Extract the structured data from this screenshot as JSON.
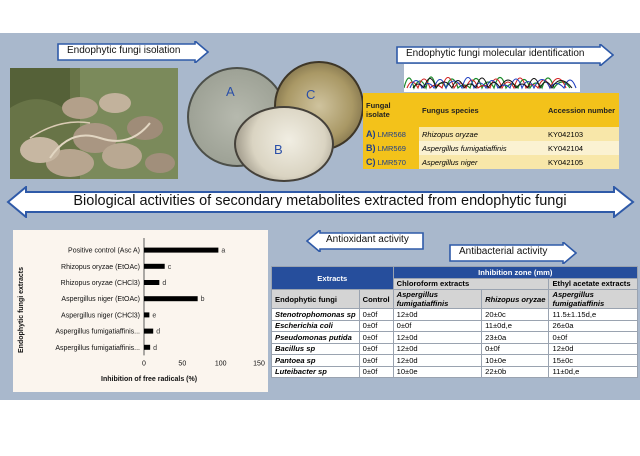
{
  "labels": {
    "isolation": "Endophytic fungi isolation",
    "molecular": "Endophytic fungi molecular identification",
    "biological": "Biological activities of secondary metabolites extracted from endophytic fungi",
    "antioxidant": "Antioxidant activity",
    "antibacterial": "Antibacterial activity"
  },
  "dish_letters": {
    "a": "A",
    "b": "B",
    "c": "C"
  },
  "molecular_table": {
    "headers": [
      "Fungal isolate",
      "Fungus species",
      "Accession number"
    ],
    "rows": [
      {
        "letter": "A)",
        "isolate": "LMR568",
        "species": "Rhizopus oryzae",
        "accession": "KY042103"
      },
      {
        "letter": "B)",
        "isolate": "LMR569",
        "species": "Aspergillus fumigatiaffinis",
        "accession": "KY042104"
      },
      {
        "letter": "C)",
        "isolate": "LMR570",
        "species": "Aspergillus niger",
        "accession": "KY042105"
      }
    ]
  },
  "chart_data": {
    "type": "bar",
    "orientation": "horizontal",
    "categories": [
      "Positive control (Asc A)",
      "Rhizopus oryzae (EtOAc)",
      "Rhizopus oryzae (CHCl3)",
      "Aspergillus niger (EtOAc)",
      "Aspergillus niger (CHCl3)",
      "Aspergillus fumigatiaffinis...",
      "Aspergillus fumigatiaffinis..."
    ],
    "values": [
      97,
      27,
      20,
      70,
      7,
      12,
      8
    ],
    "letters": [
      "a",
      "c",
      "d",
      "b",
      "e",
      "d",
      "d"
    ],
    "xlabel": "Inhibition of free radicals (%)",
    "ylabel": "Endophytic fungi extracts",
    "xlim": [
      0,
      150
    ],
    "xticks": [
      "0",
      "50",
      "100",
      "150"
    ],
    "grid": false,
    "bar_color": "#000000"
  },
  "antibacterial_table": {
    "header_extracts": "Extracts",
    "header_zone": "Inhibition zone (mm)",
    "header_chloroform": "Chloroform extracts",
    "header_ethyl": "Ethyl acetate extracts",
    "col_fungi": "Endophytic fungi",
    "col_control": "Control",
    "col_asp": "Aspergillus fumigatiaffinis",
    "col_rhiz": "Rhizopus oryzae",
    "col_asp2": "Aspergillus fumigatiaffinis",
    "rows": [
      {
        "bacteria": "Stenotrophomonas sp",
        "control": "0±0f",
        "asp": "12±0d",
        "rhiz": "20±0c",
        "ethyl": "11.5±1.15d,e"
      },
      {
        "bacteria": "Escherichia coli",
        "control": "0±0f",
        "asp": "0±0f",
        "rhiz": "11±0d,e",
        "ethyl": "26±0a"
      },
      {
        "bacteria": "Pseudomonas putida",
        "control": "0±0f",
        "asp": "12±0d",
        "rhiz": "23±0a",
        "ethyl": "0±0f"
      },
      {
        "bacteria": "Bacillus sp",
        "control": "0±0f",
        "asp": "12±0d",
        "rhiz": "0±0f",
        "ethyl": "12±0d"
      },
      {
        "bacteria": "Pantoea sp",
        "control": "0±0f",
        "asp": "12±0d",
        "rhiz": "10±0e",
        "ethyl": "15±0c"
      },
      {
        "bacteria": "Luteibacter sp",
        "control": "0±0f",
        "asp": "10±0e",
        "rhiz": "22±0b",
        "ethyl": "11±0d,e"
      }
    ]
  },
  "colors": {
    "panel": "#a9b8cc",
    "arrow_stroke": "#2f5aa8",
    "accent_yellow": "#f3c21a",
    "table_header_blue": "#264e9c"
  }
}
